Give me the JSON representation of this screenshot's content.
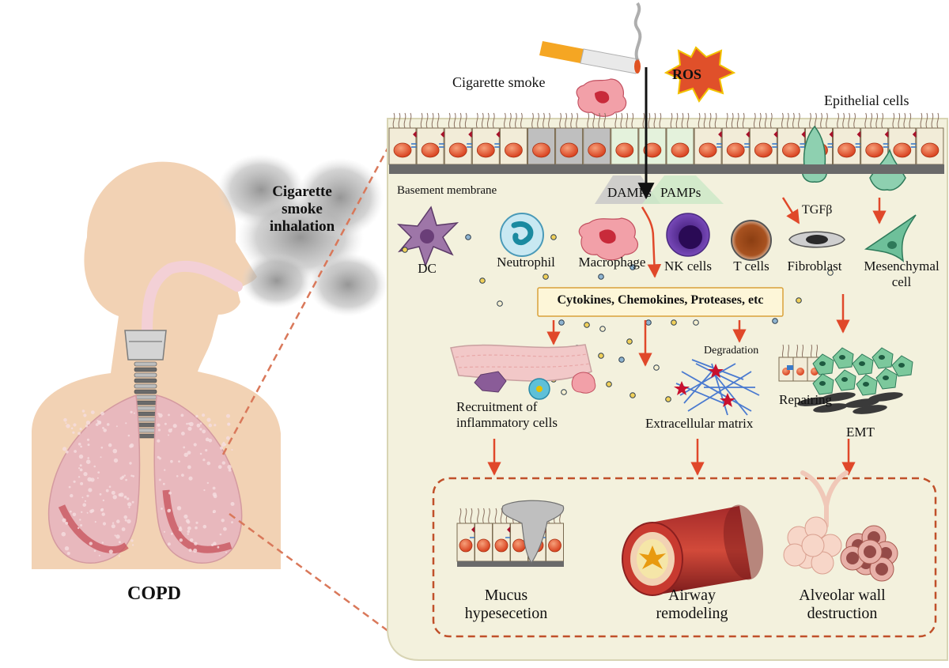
{
  "figure": {
    "copd_label": "COPD",
    "inhalation_label": [
      "Cigarette",
      "smoke",
      "inhalation"
    ],
    "cigarette_smoke": "Cigarette smoke",
    "ros": "ROS",
    "epithelial_cells": "Epithelial cells",
    "basement_membrane": "Basement membrane",
    "damps": "DAMPs",
    "pamps": "PAMPs",
    "tgfb": "TGFβ",
    "cells": {
      "dc": "DC",
      "neutrophil": "Neutrophil",
      "macrophage": "Macrophage",
      "nk_cells": "NK cells",
      "t_cells": "T cells",
      "fibroblast": "Fibroblast",
      "mesenchymal": [
        "Mesenchymal",
        "cell"
      ]
    },
    "mediators": "Cytokines, Chemokines, Proteases, etc",
    "recruitment": [
      "Recruitment of",
      "inflammatory cells"
    ],
    "degradation": "Degradation",
    "extracellular_matrix": "Extracellular matrix",
    "repairing": "Repairing",
    "emt": "EMT",
    "outcomes": {
      "mucus": [
        "Mucus",
        "hypesecetion"
      ],
      "airway": [
        "Airway",
        "remodeling"
      ],
      "alveolar": [
        "Alveolar wall",
        "destruction"
      ]
    }
  },
  "colors": {
    "panel_bg": "#f3f1dd",
    "arrow": "#e0482a",
    "cell_orange": "#e0502a",
    "skin": "#f2d2b4",
    "lung": "#e8b8bd",
    "dashed_line": "#d9785a"
  }
}
